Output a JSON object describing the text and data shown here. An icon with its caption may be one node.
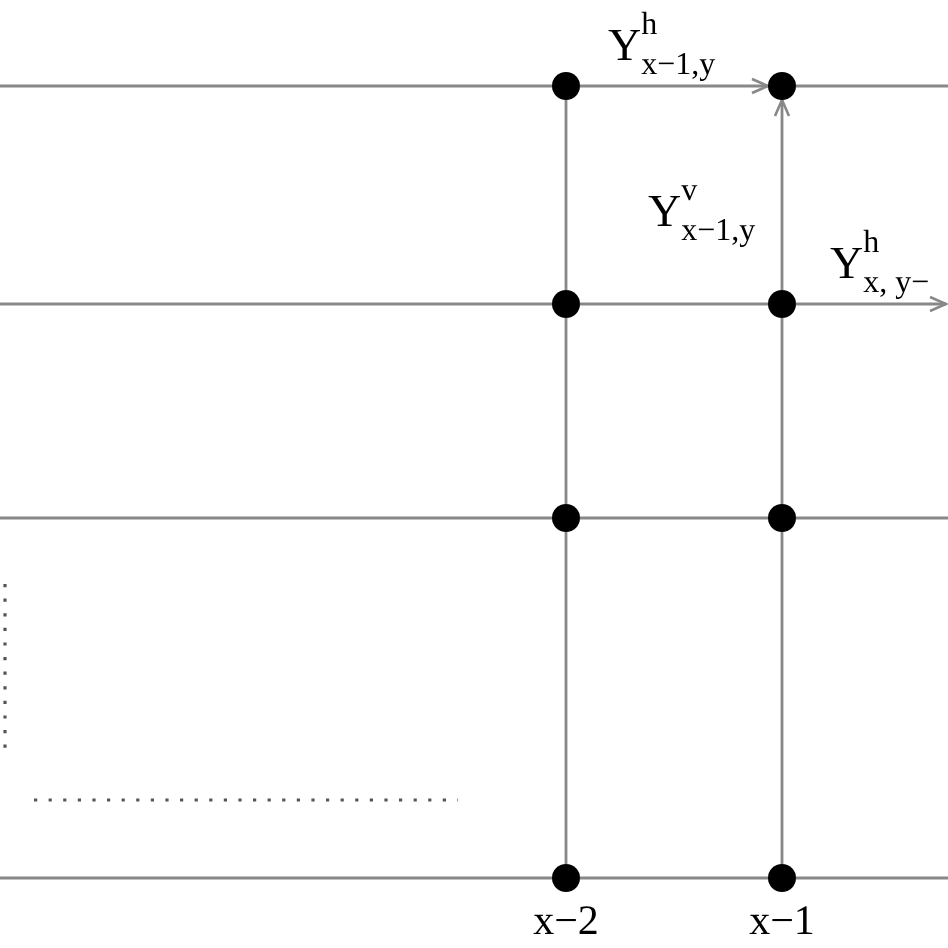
{
  "diagram": {
    "nodes": [
      {
        "text": [],
        "shape": "circle"
      },
      {
        "text": [],
        "shape": "circle"
      },
      {
        "text": [],
        "shape": "circle"
      },
      {
        "text": [],
        "shape": "circle"
      },
      {
        "text": [],
        "shape": "circle"
      },
      {
        "text": [],
        "shape": "circle"
      },
      {
        "text": [],
        "shape": "circle"
      },
      {
        "text": [],
        "shape": "circle"
      }
    ],
    "edges": [
      {
        "from": null,
        "to": 0,
        "arrow": "none"
      },
      {
        "from": 0,
        "to": 1,
        "arrow": "to",
        "label": "Y$^{h}$$_{x−1,y}$"
      },
      {
        "from": 1,
        "to": null,
        "arrow": "none"
      },
      {
        "from": null,
        "to": 2,
        "arrow": "none"
      },
      {
        "from": 2,
        "to": 3,
        "arrow": "none"
      },
      {
        "from": 3,
        "to": null,
        "arrow": "to",
        "label": "Y$^{h}$$_{x, y−}$"
      },
      {
        "from": null,
        "to": 4,
        "arrow": "none"
      },
      {
        "from": 4,
        "to": 5,
        "arrow": "none"
      },
      {
        "from": 5,
        "to": null,
        "arrow": "none"
      },
      {
        "from": null,
        "to": 6,
        "arrow": "none"
      },
      {
        "from": 6,
        "to": 7,
        "arrow": "none"
      },
      {
        "from": 7,
        "to": null,
        "arrow": "none"
      },
      {
        "from": 0,
        "to": 2,
        "arrow": "none"
      },
      {
        "from": 2,
        "to": 4,
        "arrow": "none"
      },
      {
        "from": 4,
        "to": 6,
        "arrow": "none"
      },
      {
        "from": 3,
        "to": 1,
        "arrow": "to",
        "label": "Y$^{v}$$_{x−1,y}$"
      },
      {
        "from": 3,
        "to": 5,
        "arrow": "none"
      },
      {
        "from": 5,
        "to": 7,
        "arrow": "none"
      }
    ],
    "labels": [
      "x−2",
      "x−1"
    ]
  }
}
